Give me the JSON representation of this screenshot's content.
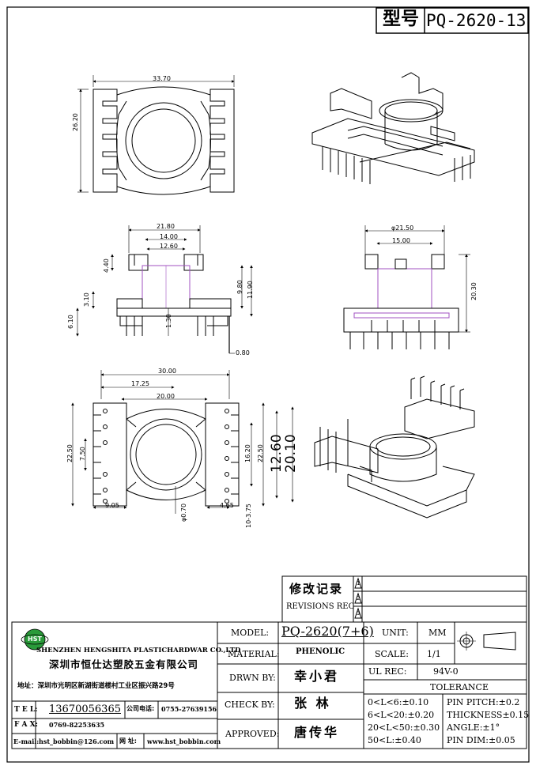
{
  "header": {
    "type_label": "型号",
    "part_number": "PQ-2620-13"
  },
  "views": {
    "top": {
      "width": "33.70",
      "height": "26.20"
    },
    "front": {
      "d1": "21.80",
      "d2": "14.00",
      "d3": "12.60",
      "d4": "4.40",
      "d5": "3.10",
      "d6": "6.10",
      "d7": "9.80",
      "d8": "11.90",
      "d9": "1.30",
      "d10": "0.80"
    },
    "side": {
      "d1": "φ21.50",
      "d2": "15.00",
      "d3": "20.30"
    },
    "bottom": {
      "d1": "30.00",
      "d2": "17.25",
      "d3": "20.00",
      "d4": "22.50",
      "d5": "7.50",
      "d6": "16.20",
      "d7": "22.50",
      "d8": "9.05",
      "d9": "φ0.70",
      "d10": "4.65",
      "d11": "10-3.75",
      "d12": "12.60",
      "d13": "20.10"
    }
  },
  "revisions": {
    "title_cn": "修改记录",
    "title_en": "REVISIONS REC",
    "rows": [
      "1",
      "2",
      "3"
    ]
  },
  "company": {
    "logo": "HST",
    "name_en": "SHENZHEN HENGSHITA PLASTICHARDWAR CO.,LTD",
    "name_cn": "深圳市恒仕达塑胶五金有限公司",
    "address": "地址：深圳市光明区新湖街道楼村工业区振兴路29号",
    "tel_label": "T E L:",
    "tel": "13670056365",
    "phone_label": "公司电话:",
    "phone": "0755-27639156",
    "fax_label": "F A X:",
    "fax": "0769-82253635",
    "email_label": "E-mail:",
    "email": "hst_bobbin@126.com",
    "web_label": "网 址:",
    "web": "www.hst_bobbin.com"
  },
  "titleblock": {
    "model_label": "MODEL:",
    "model": "PQ-2620(7+6)",
    "material_label": "MATERIAL:",
    "material": "PHENOLIC",
    "drawn_label": "DRWN BY:",
    "drawn": "幸小君",
    "check_label": "CHECK BY:",
    "check": "张  林",
    "approved_label": "APPROVED:",
    "approved": "唐传华",
    "unit_label": "UNIT:",
    "unit": "MM",
    "scale_label": "SCALE:",
    "scale": "1/1",
    "ul_label": "UL REC:",
    "ul": "94V-0",
    "tolerance_label": "TOLERANCE",
    "tol1": "0<L<6:±0.10",
    "tol2": "6<L<20:±0.20",
    "tol3": "20<L<50:±0.30",
    "tol4": "50<L:±0.40",
    "tol5": "PIN PITCH:±0.2",
    "tol6": "THICKNESS±0.15",
    "tol7": "ANGLE:±1°",
    "tol8": "PIN DIM:±0.05"
  }
}
